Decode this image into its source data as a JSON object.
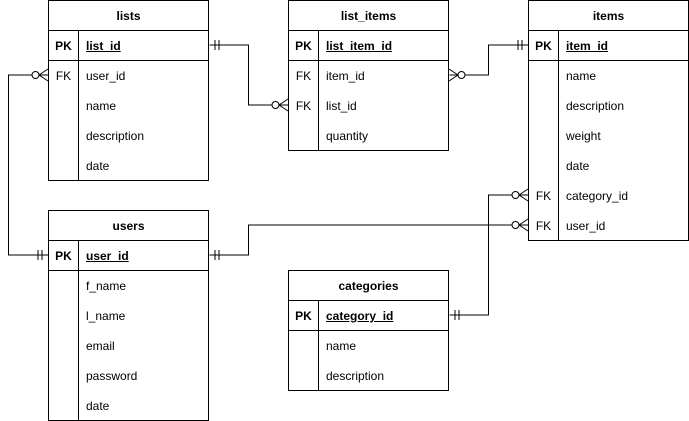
{
  "entities": {
    "lists": {
      "title": "lists",
      "rows": [
        {
          "key": "PK",
          "field": "list_id"
        },
        {
          "key": "FK",
          "field": "user_id"
        },
        {
          "key": "",
          "field": "name"
        },
        {
          "key": "",
          "field": "description"
        },
        {
          "key": "",
          "field": "date"
        }
      ]
    },
    "list_items": {
      "title": "list_items",
      "rows": [
        {
          "key": "PK",
          "field": "list_item_id"
        },
        {
          "key": "FK",
          "field": "item_id"
        },
        {
          "key": "FK",
          "field": "list_id"
        },
        {
          "key": "",
          "field": "quantity"
        }
      ]
    },
    "items": {
      "title": "items",
      "rows": [
        {
          "key": "PK",
          "field": "item_id"
        },
        {
          "key": "",
          "field": "name"
        },
        {
          "key": "",
          "field": "description"
        },
        {
          "key": "",
          "field": "weight"
        },
        {
          "key": "",
          "field": "date"
        },
        {
          "key": "FK",
          "field": "category_id"
        },
        {
          "key": "FK",
          "field": "user_id"
        }
      ]
    },
    "users": {
      "title": "users",
      "rows": [
        {
          "key": "PK",
          "field": "user_id"
        },
        {
          "key": "",
          "field": "f_name"
        },
        {
          "key": "",
          "field": "l_name"
        },
        {
          "key": "",
          "field": "email"
        },
        {
          "key": "",
          "field": "password"
        },
        {
          "key": "",
          "field": "date"
        }
      ]
    },
    "categories": {
      "title": "categories",
      "rows": [
        {
          "key": "PK",
          "field": "category_id"
        },
        {
          "key": "",
          "field": "name"
        },
        {
          "key": "",
          "field": "description"
        }
      ]
    }
  },
  "relationships": [
    {
      "name": "lists-to-list_items",
      "from": "lists.list_id",
      "to": "list_items.list_id",
      "from_end": "one-mandatory",
      "to_end": "zero-or-many"
    },
    {
      "name": "list_items-to-items",
      "from": "list_items.item_id",
      "to": "items.item_id",
      "from_end": "zero-or-many",
      "to_end": "one-mandatory"
    },
    {
      "name": "users-to-lists",
      "from": "users.user_id",
      "to": "lists.user_id",
      "from_end": "one-mandatory",
      "to_end": "zero-or-many"
    },
    {
      "name": "users-to-items",
      "from": "users.user_id",
      "to": "items.user_id",
      "from_end": "one-mandatory",
      "to_end": "zero-or-many"
    },
    {
      "name": "categories-to-items",
      "from": "categories.category_id",
      "to": "items.category_id",
      "from_end": "one-mandatory",
      "to_end": "zero-or-many"
    }
  ],
  "colors": {
    "line": "#000000",
    "background": "#ffffff"
  }
}
